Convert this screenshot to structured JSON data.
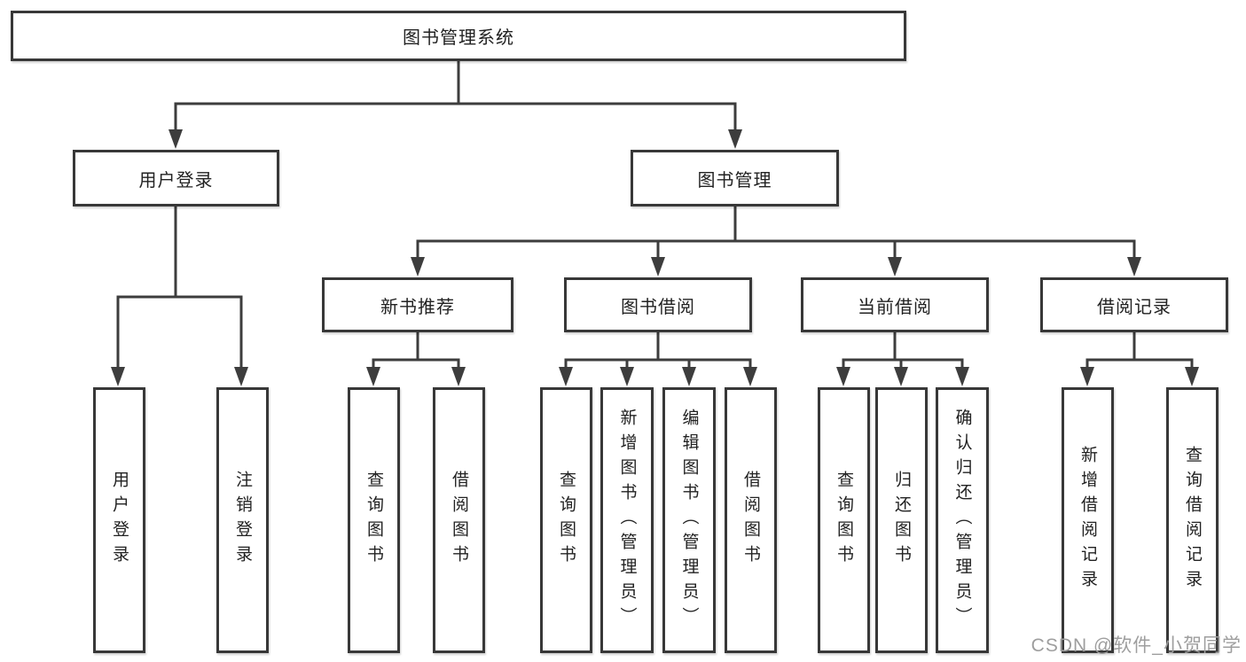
{
  "diagram": {
    "title_node": {
      "label": "图书管理系统"
    },
    "level2": [
      {
        "label": "用户登录"
      },
      {
        "label": "图书管理"
      }
    ],
    "level3": [
      {
        "label": "新书推荐",
        "parent": "图书管理"
      },
      {
        "label": "图书借阅",
        "parent": "图书管理"
      },
      {
        "label": "当前借阅",
        "parent": "图书管理"
      },
      {
        "label": "借阅记录",
        "parent": "图书管理"
      }
    ],
    "leaves": [
      {
        "label": "用户登录",
        "parent": "用户登录"
      },
      {
        "label": "注销登录",
        "parent": "用户登录"
      },
      {
        "label": "查询图书",
        "parent": "新书推荐"
      },
      {
        "label": "借阅图书",
        "parent": "新书推荐"
      },
      {
        "label": "查询图书",
        "parent": "图书借阅"
      },
      {
        "label": "新增图书（管理员）",
        "parent": "图书借阅"
      },
      {
        "label": "编辑图书（管理员）",
        "parent": "图书借阅"
      },
      {
        "label": "借阅图书",
        "parent": "图书借阅"
      },
      {
        "label": "查询图书",
        "parent": "当前借阅"
      },
      {
        "label": "归还图书",
        "parent": "当前借阅"
      },
      {
        "label": "确认归还（管理员）",
        "parent": "当前借阅"
      },
      {
        "label": "新增借阅记录",
        "parent": "借阅记录"
      },
      {
        "label": "查询借阅记录",
        "parent": "借阅记录"
      }
    ],
    "watermark": "CSDN @软件_小贺同学",
    "colors": {
      "line": "#3d3d3d",
      "border": "#383838",
      "text": "#222222",
      "watermark": "#9e9e9e",
      "background": "#ffffff"
    }
  }
}
